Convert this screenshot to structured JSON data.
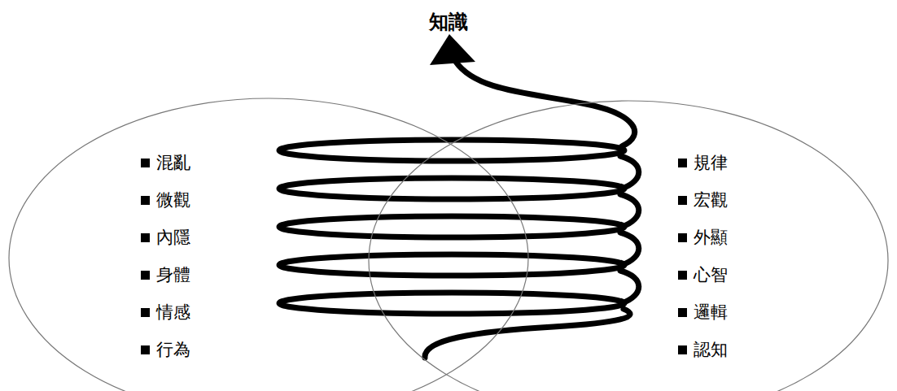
{
  "diagram": {
    "title": "知識",
    "nodes": [
      {
        "text": [
          "混亂",
          "微觀",
          "內隱",
          "身體",
          "情感",
          "行為"
        ]
      },
      {
        "text": [
          "規律",
          "宏觀",
          "外顯",
          "心智",
          "邏輯",
          "認知"
        ]
      }
    ]
  }
}
